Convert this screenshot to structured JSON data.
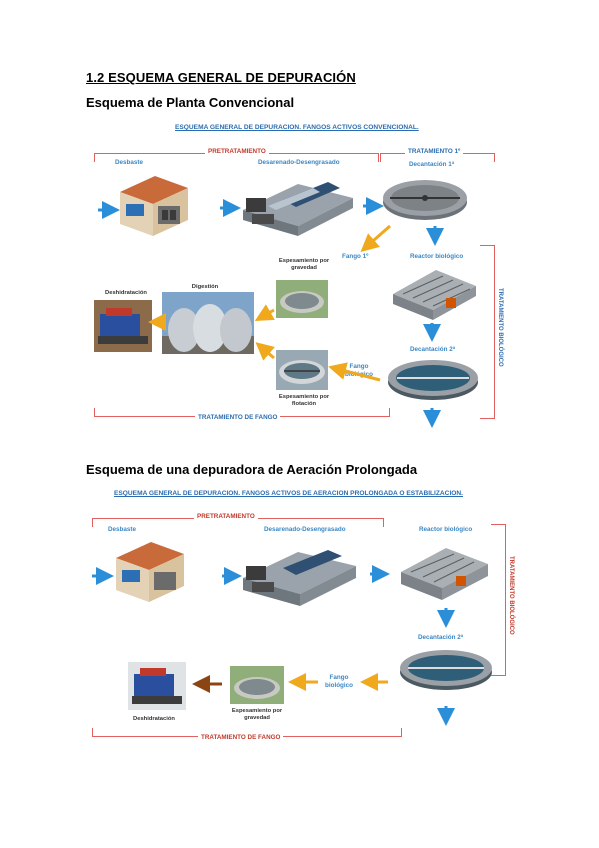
{
  "section": {
    "heading": "1.2 ESQUEMA GENERAL DE DEPURACIÓN",
    "subheading_1": "Esquema de Planta Convencional",
    "subheading_2": "Esquema de una depuradora de Aeración Prolongada"
  },
  "diagram1": {
    "title": "ESQUEMA GENERAL DE DEPURACION. FANGOS ACTIVOS CONVENCIONAL.",
    "pretratamiento": "PRETRATAMIENTO",
    "tratamiento1": "TRATAMIENTO 1º",
    "tratamiento_biologico": "TRATAMIENTO BIOLÓGICO",
    "tratamiento_fango": "TRATAMIENTO DE FANGO",
    "desbaste": "Desbaste",
    "desarenado": "Desarenado-Desengrasado",
    "decantacion1": "Decantación 1ª",
    "fango1": "Fango 1º",
    "espesamiento_gravedad": "Espesamiento por gravedad",
    "reactor": "Reactor biológico",
    "digestion": "Digestión",
    "deshidratacion": "Deshidratación",
    "fango_biologico": "Fango biológico",
    "decantacion2": "Decantación 2ª",
    "espesamiento_flotacion": "Espesamiento por flotación"
  },
  "diagram2": {
    "title": "ESQUEMA GENERAL DE DEPURACION. FANGOS ACTIVOS DE AERACION PROLONGADA O ESTABILIZACION.",
    "pretratamiento": "PRETRATAMIENTO",
    "tratamiento_biologico": "TRATAMIENTO BIOLÓGICO",
    "tratamiento_fango": "TRATAMIENTO DE FANGO",
    "desbaste": "Desbaste",
    "desarenado": "Desarenado-Desengrasado",
    "reactor": "Reactor biológico",
    "decantacion2": "Decantación 2ª",
    "fango_biologico": "Fango biológico",
    "espesamiento_gravedad": "Espesamiento por gravedad",
    "deshidratacion": "Deshidratación"
  },
  "colors": {
    "blue_label": "#3b87c4",
    "red_label": "#c0392b",
    "bracket": "#e26060",
    "blue_arrow": "#2a8fd8",
    "orange_arrow": "#f0a81c"
  }
}
